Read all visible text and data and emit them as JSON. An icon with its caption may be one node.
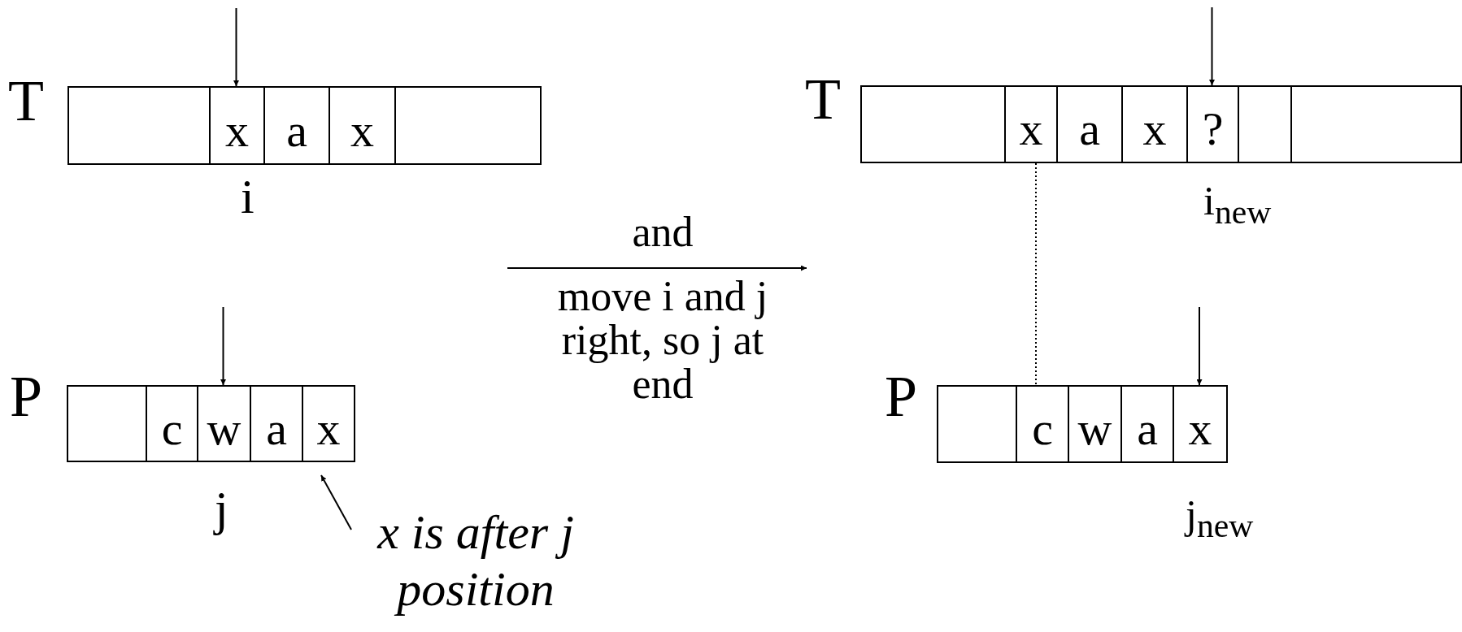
{
  "diagram": {
    "nodes": [
      {
        "text": [],
        "shape": "box"
      },
      {
        "text": [
          "x"
        ]
      },
      {
        "text": [
          "a"
        ]
      },
      {
        "text": [
          "x"
        ]
      },
      {
        "text": [],
        "shape": "box"
      },
      {
        "text": [],
        "shape": "box"
      },
      {
        "text": [
          "c"
        ]
      },
      {
        "text": [
          "w"
        ]
      },
      {
        "text": [
          "a"
        ]
      },
      {
        "text": [
          "x"
        ]
      },
      {
        "text": [],
        "shape": "box"
      },
      {
        "text": [
          "x"
        ]
      },
      {
        "text": [
          "a"
        ]
      },
      {
        "text": [
          "x"
        ]
      },
      {
        "text": [
          "?"
        ]
      },
      {
        "text": [],
        "shape": "box"
      },
      {
        "text": [],
        "shape": "box"
      },
      {
        "text": [],
        "shape": "box"
      },
      {
        "text": [
          "c"
        ]
      },
      {
        "text": [
          "w"
        ]
      },
      {
        "text": [
          "a"
        ]
      },
      {
        "text": [
          "x"
        ]
      },
      {
        "text": [
          "x is after j position"
        ]
      }
    ],
    "edges": [
      {
        "from": null,
        "to": 1,
        "arrow": "to"
      },
      {
        "from": null,
        "to": 7,
        "arrow": "to"
      },
      {
        "from": 22,
        "to": 9,
        "arrow": "to"
      },
      {
        "from": null,
        "to": 14,
        "arrow": "to"
      },
      {
        "from": null,
        "to": 21,
        "arrow": "to"
      },
      {
        "from": 11,
        "to": 18,
        "arrow": "none",
        "style": "dashed"
      }
    ],
    "labels": [
      "T",
      "T",
      "i",
      "i$_{new}$",
      "and",
      "move i and j right, so j at end",
      "P",
      "P",
      "j",
      "j$_{new}$"
    ]
  }
}
